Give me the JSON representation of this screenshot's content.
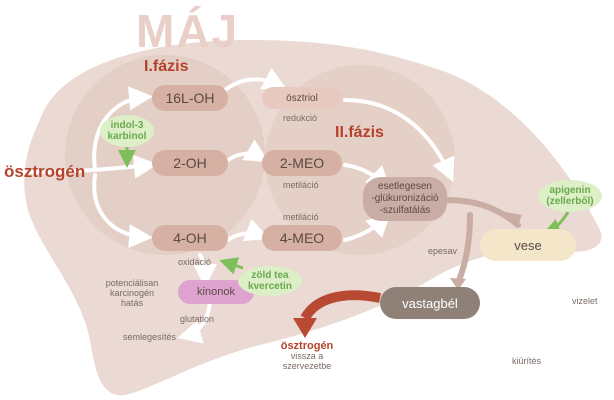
{
  "title": "MÁJ",
  "phase1": "I.fázis",
  "phase2": "II.fázis",
  "nodes": {
    "h16": "16L-OH",
    "oh2": "2-OH",
    "oh4": "4-OH",
    "ostriol": "ösztriol",
    "meo2": "2-MEO",
    "meo4": "4-MEO",
    "estelegesen": [
      "esetlegesen",
      "-glükuronizáció",
      "-szulfatálás"
    ],
    "vese": "vese",
    "vastagbel": "vastagbél",
    "kinonok": "kinonok",
    "indol": [
      "indol-3",
      "karbinol"
    ],
    "apigenin": [
      "apigenin",
      "(zellerből)"
    ],
    "zold": [
      "zöld tea",
      "kvercetin"
    ]
  },
  "labels": {
    "osztrogen": "ösztrogén",
    "redukcio": "redukció",
    "metilacio1": "metiláció",
    "metilacio2": "metiláció",
    "oxidacio": "oxidáció",
    "karcinogen": [
      "potenciálisan",
      "karcinogén",
      "hatás"
    ],
    "glutation": "glutation",
    "semlegesites": "semlegesítés",
    "epesav": "epesav",
    "vizelet": "vizelet",
    "kiurites": "kiürítés",
    "visszaTitle": "ösztrogén",
    "visszaLines": [
      "vissza a",
      "szervezetbe"
    ]
  },
  "colors": {
    "liver": "#ebd9d3",
    "liverDark": "#e0c8c0",
    "phaseRed": "#b5432b",
    "arrowRed": "#b84a33",
    "green": "#6aa84f"
  }
}
